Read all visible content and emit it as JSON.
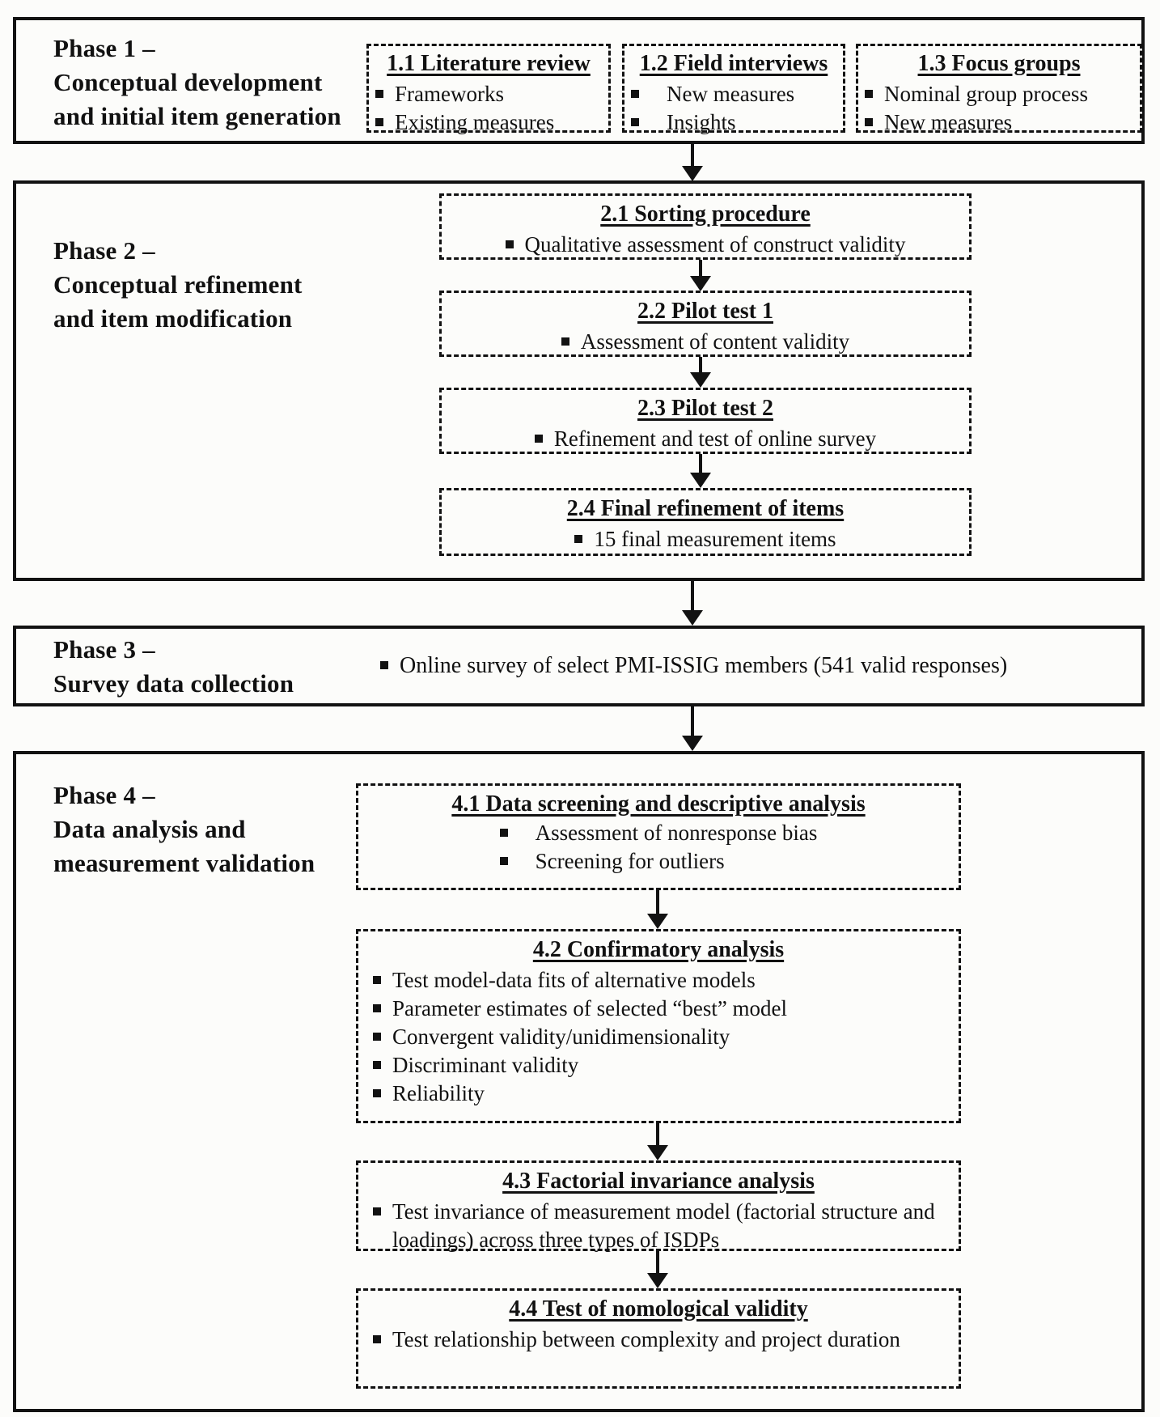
{
  "diagram_title": "Research phases flow diagram",
  "colors": {
    "ink": "#121212",
    "paper": "#fcfcfa"
  },
  "phases": [
    {
      "label_lines": [
        "Phase 1 –",
        "Conceptual development",
        "and initial item generation"
      ],
      "steps": [
        {
          "title": "1.1 Literature review",
          "items": [
            "Frameworks",
            "Existing measures"
          ]
        },
        {
          "title": "1.2 Field interviews",
          "items": [
            "New measures",
            "Insights"
          ]
        },
        {
          "title": "1.3 Focus groups",
          "items": [
            "Nominal group process",
            "New measures"
          ]
        }
      ]
    },
    {
      "label_lines": [
        "Phase 2 –",
        "Conceptual refinement",
        "and item modification"
      ],
      "steps": [
        {
          "title": "2.1 Sorting procedure",
          "items": [
            "Qualitative assessment of construct validity"
          ]
        },
        {
          "title": "2.2 Pilot test 1",
          "items": [
            "Assessment of content validity"
          ]
        },
        {
          "title": "2.3 Pilot test 2",
          "items": [
            "Refinement and test of online survey"
          ]
        },
        {
          "title": "2.4 Final refinement of items",
          "items": [
            "15 final measurement items"
          ]
        }
      ]
    },
    {
      "label_lines": [
        "Phase 3 –",
        "Survey data collection"
      ],
      "items": [
        "Online survey of select PMI-ISSIG members (541 valid responses)"
      ]
    },
    {
      "label_lines": [
        "Phase 4 –",
        "Data analysis and",
        "measurement validation"
      ],
      "steps": [
        {
          "title": "4.1 Data screening and descriptive analysis",
          "items": [
            "Assessment of nonresponse bias",
            "Screening for outliers"
          ]
        },
        {
          "title": "4.2 Confirmatory analysis",
          "items": [
            "Test model-data fits of alternative models",
            "Parameter estimates of selected “best” model",
            "Convergent validity/unidimensionality",
            "Discriminant validity",
            "Reliability"
          ]
        },
        {
          "title": "4.3 Factorial invariance analysis",
          "items": [
            "Test invariance of measurement model (factorial structure and loadings) across three types of ISDPs"
          ]
        },
        {
          "title": "4.4 Test of nomological validity",
          "items": [
            "Test relationship between complexity and project duration"
          ]
        }
      ]
    }
  ]
}
